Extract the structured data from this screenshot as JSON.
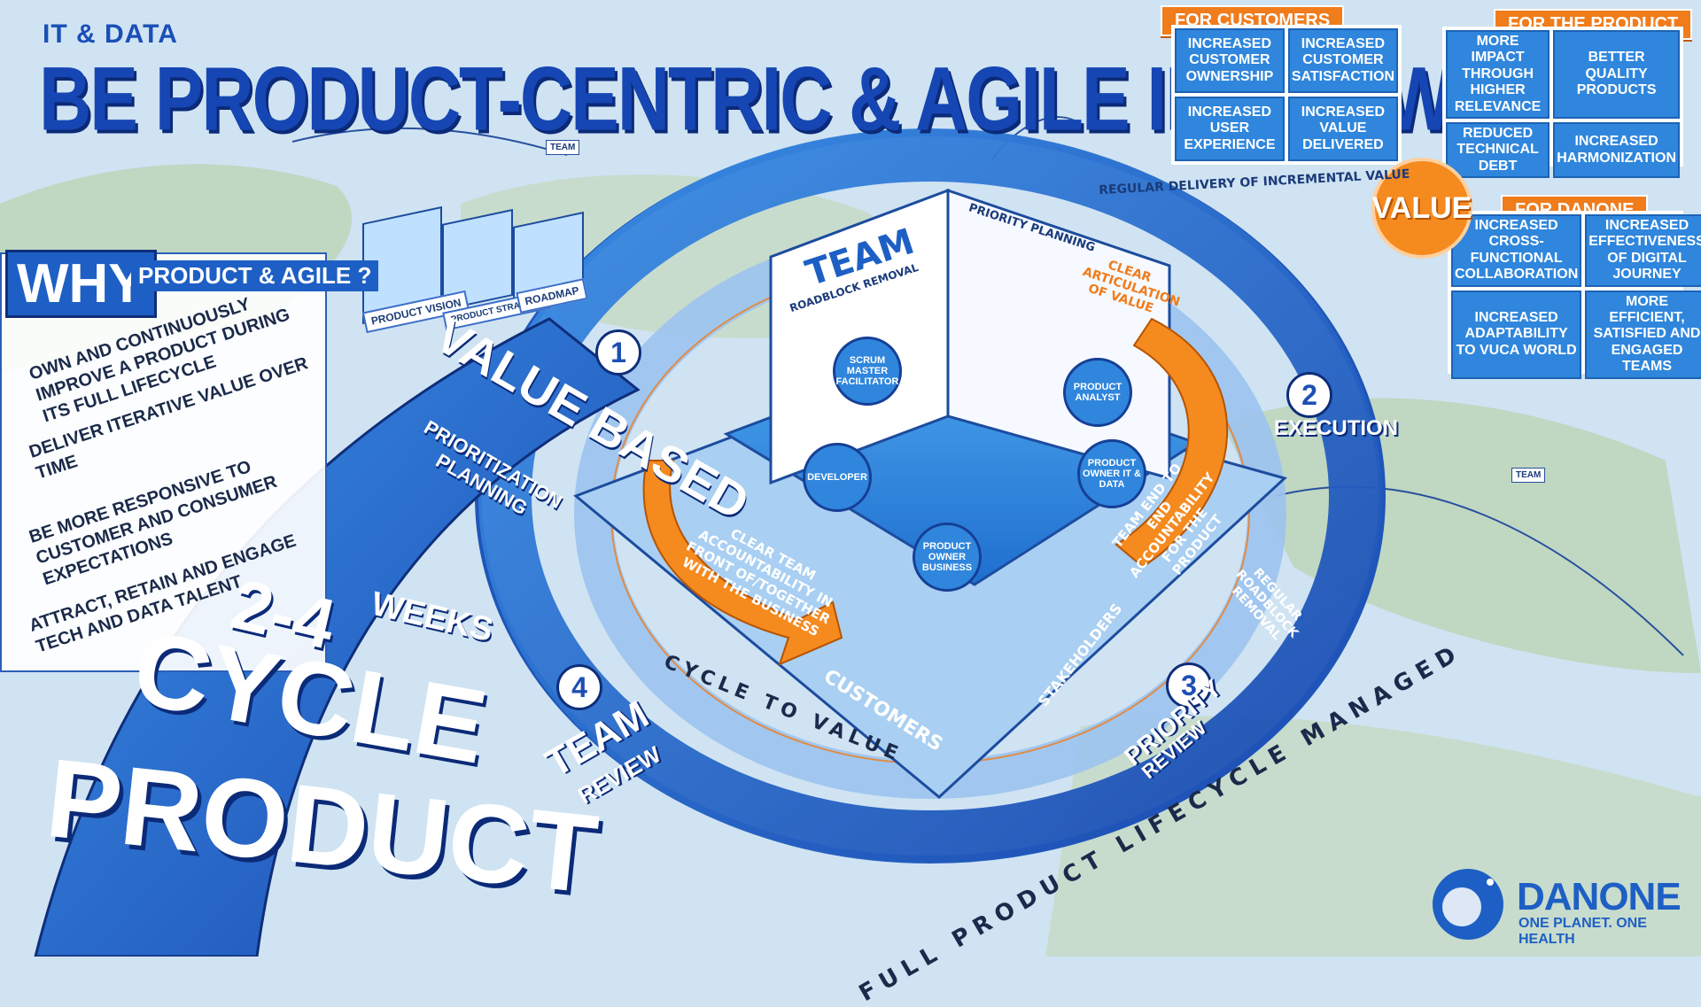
{
  "header": {
    "tag": "IT & DATA",
    "title": "BE PRODUCT-CENTRIC & AGILE IN ALL WE DO"
  },
  "benefits": {
    "customers": {
      "label": "FOR CUSTOMERS",
      "items": [
        "INCREASED CUSTOMER OWNERSHIP",
        "INCREASED CUSTOMER SATISFACTION",
        "INCREASED USER EXPERIENCE",
        "INCREASED VALUE DELIVERED"
      ]
    },
    "product": {
      "label": "FOR THE PRODUCT",
      "items": [
        "MORE IMPACT THROUGH HIGHER RELEVANCE",
        "BETTER QUALITY PRODUCTS",
        "REDUCED TECHNICAL DEBT",
        "INCREASED HARMONIZATION"
      ]
    },
    "danone": {
      "label": "FOR DANONE",
      "items": [
        "INCREASED CROSS-FUNCTIONAL COLLABORATION",
        "INCREASED EFFECTIVENESS OF DIGITAL JOURNEY",
        "INCREASED ADAPTABILITY TO VUCA WORLD",
        "MORE EFFICIENT, SATISFIED AND ENGAGED TEAMS"
      ]
    }
  },
  "value_bubble": "VALUE",
  "delivery_label": "REGULAR DELIVERY OF INCREMENTAL VALUE",
  "why": {
    "title": "WHY",
    "subtitle": "PRODUCT & AGILE ?",
    "items": [
      {
        "text": "OWN AND CONTINUOUSLY IMPROVE A PRODUCT DURING ITS FULL LIFECYCLE"
      },
      {
        "text": "DELIVER ITERATIVE VALUE OVER TIME"
      },
      {
        "text": "BE MORE RESPONSIVE TO CUSTOMER AND CONSUMER EXPECTATIONS"
      },
      {
        "text": "ATTRACT, RETAIN AND ENGAGE TECH AND DATA TALENT"
      }
    ]
  },
  "cycle": {
    "weeks": "2-4",
    "weeks_unit": "WEEKS",
    "cycle_word": "CYCLE",
    "product_word": "PRODUCT"
  },
  "stages": [
    {
      "num": "1",
      "title": "VALUE BASED",
      "sub": "PRIORITIZATION PLANNING"
    },
    {
      "num": "2",
      "title": "EXECUTION",
      "sub": ""
    },
    {
      "num": "3",
      "title": "PRIORITY",
      "sub": "REVIEW"
    },
    {
      "num": "4",
      "title": "TEAM",
      "sub": "REVIEW"
    }
  ],
  "boards": {
    "vision": "PRODUCT VISION",
    "strategy": "PRODUCT STRATEGY",
    "roadmap": "ROADMAP"
  },
  "team": {
    "title": "TEAM",
    "roadblock": "ROADBLOCK REMOVAL",
    "priority": "PRIORITY PLANNING",
    "value_note": "CLEAR ARTICULATION OF VALUE",
    "roles": [
      "SCRUM MASTER FACILITATOR",
      "PRODUCT ANALYST",
      "DEVELOPER",
      "PRODUCT OWNER IT & DATA",
      "PRODUCT OWNER BUSINESS"
    ]
  },
  "arrows": {
    "accountability_business": "CLEAR TEAM ACCOUNTABILITY IN FRONT OF/TOGETHER WITH THE BUSINESS",
    "accountability_product": "TEAM END TO END ACCOUNTABILITY FOR THE PRODUCT",
    "roadblock": "REGULAR ROADBLOCK REMOVAL"
  },
  "platform": {
    "customers": "CUSTOMERS",
    "stakeholders": "STAKEHOLDERS"
  },
  "orbit": {
    "inner": "CYCLE TO VALUE",
    "outer": "FULL PRODUCT LIFECYCLE MANAGED"
  },
  "map_tags": {
    "team_a": "TEAM",
    "team_b": "TEAM"
  },
  "logo": {
    "name": "DANONE",
    "tagline": "ONE PLANET. ONE HEALTH"
  },
  "colors": {
    "primary_blue": "#1d5fc4",
    "light_blue": "#2f86dc",
    "orange": "#f07c1c",
    "map_sea": "#cfe3f2",
    "map_land": "#bcd3b5"
  }
}
